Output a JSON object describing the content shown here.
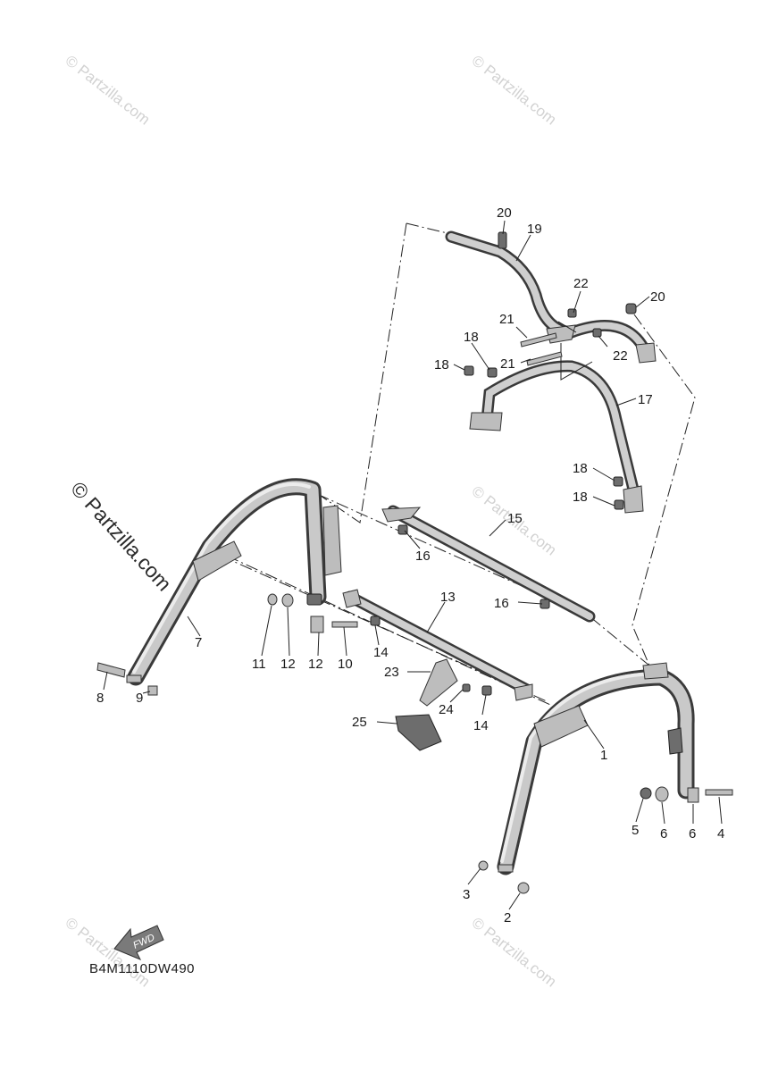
{
  "watermark": {
    "text": "© Partzilla.com",
    "big_text": "© Partzilla.com"
  },
  "diagram_code": "B4M1110DW490",
  "fwd_label": "FWD",
  "callouts": {
    "n1": "1",
    "n2": "2",
    "n3": "3",
    "n4": "4",
    "n5": "5",
    "n6a": "6",
    "n6b": "6",
    "n7": "7",
    "n8": "8",
    "n9": "9",
    "n10": "10",
    "n11": "11",
    "n12a": "12",
    "n12b": "12",
    "n13": "13",
    "n14a": "14",
    "n14b": "14",
    "n15": "15",
    "n16a": "16",
    "n16b": "16",
    "n17": "17",
    "n18a": "18",
    "n18b": "18",
    "n18c": "18",
    "n18d": "18",
    "n19": "19",
    "n20a": "20",
    "n20b": "20",
    "n21a": "21",
    "n21b": "21",
    "n22a": "22",
    "n22b": "22",
    "n23": "23",
    "n24": "24",
    "n25": "25"
  }
}
